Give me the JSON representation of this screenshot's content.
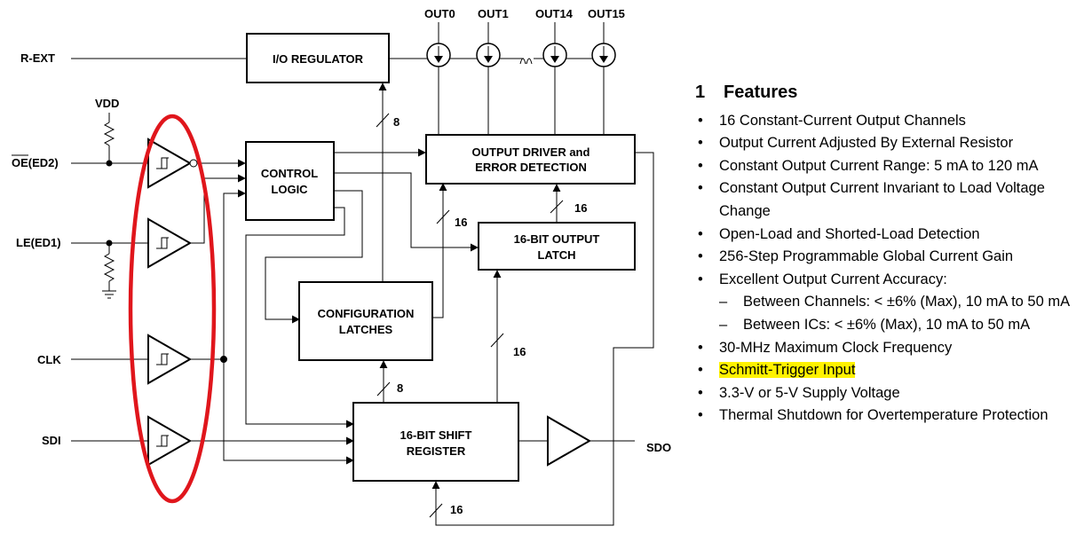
{
  "pins": {
    "r_ext": "R-EXT",
    "vdd": "VDD",
    "oe_prefix": "OE",
    "oe_suffix": "(ED2)",
    "le": "LE(ED1)",
    "clk": "CLK",
    "sdi": "SDI",
    "sdo": "SDO",
    "outputs": [
      "OUT0",
      "OUT1",
      "OUT14",
      "OUT15"
    ]
  },
  "blocks": {
    "io_regulator": "I/O REGULATOR",
    "control_logic": [
      "CONTROL",
      "LOGIC"
    ],
    "output_driver": [
      "OUTPUT DRIVER and",
      "ERROR DETECTION"
    ],
    "output_latch": [
      "16-BIT OUTPUT",
      "LATCH"
    ],
    "config_latches": [
      "CONFIGURATION",
      "LATCHES"
    ],
    "shift_register": [
      "16-BIT SHIFT",
      "REGISTER"
    ]
  },
  "bus_labels": {
    "regulator_bus": "8",
    "driver_bus": "16",
    "latch_to_driver": "16",
    "shift_to_latch": "16",
    "shift_to_config": "8",
    "feedback_bus": "16"
  },
  "annotation": {
    "color": "#e0161c"
  },
  "features": {
    "number": "1",
    "title": "Features",
    "highlight_color": "#fff200",
    "items": [
      {
        "text": "16 Constant-Current Output Channels",
        "level": 0
      },
      {
        "text": "Output Current Adjusted By External Resistor",
        "level": 0
      },
      {
        "text": "Constant Output Current Range: 5 mA to 120 mA",
        "level": 0
      },
      {
        "text": "Constant Output Current Invariant to Load Voltage Change",
        "level": 0
      },
      {
        "text": "Open-Load and Shorted-Load Detection",
        "level": 0
      },
      {
        "text": "256-Step Programmable Global Current Gain",
        "level": 0
      },
      {
        "text": "Excellent Output Current Accuracy:",
        "level": 0
      },
      {
        "text": "Between Channels: < ±6% (Max), 10 mA to 50 mA",
        "level": 1
      },
      {
        "text": "Between ICs: < ±6% (Max), 10 mA to 50 mA",
        "level": 1
      },
      {
        "text": "30-MHz Maximum Clock Frequency",
        "level": 0
      },
      {
        "text": "Schmitt-Trigger Input",
        "level": 0,
        "highlight": true
      },
      {
        "text": "3.3-V or 5-V Supply Voltage",
        "level": 0
      },
      {
        "text": "Thermal Shutdown for Overtemperature Protection",
        "level": 0
      }
    ]
  }
}
